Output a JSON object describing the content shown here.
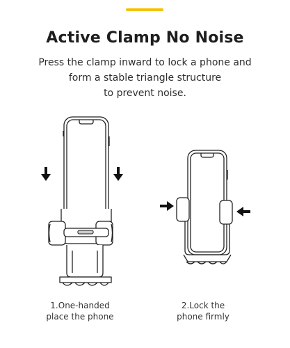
{
  "accent_color": "#F5C400",
  "title": "Active Clamp No Noise",
  "description": {
    "line1": "Press the clamp inward to lock a phone and",
    "line2": "form a stable triangle structure",
    "line3": "to prevent noise."
  },
  "step1": {
    "line1": "1.One-handed",
    "line2": "place the phone",
    "arrows": [
      "arrow-down-icon",
      "arrow-down-icon"
    ]
  },
  "step2": {
    "line1": "2.Lock the",
    "line2": "phone firmly",
    "arrows": [
      "arrow-right-icon",
      "arrow-left-icon"
    ]
  }
}
